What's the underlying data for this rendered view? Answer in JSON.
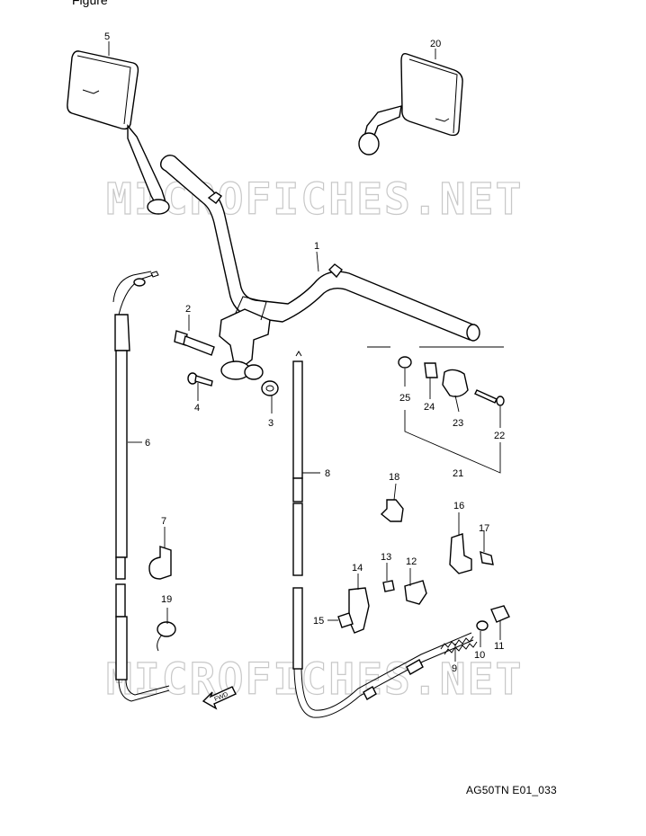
{
  "header_text": "Figure",
  "diagram_code": "AG50TN E01_033",
  "watermark": "MICROFICHES.NET",
  "fwd_label": "FWD",
  "callouts": [
    "1",
    "2",
    "3",
    "4",
    "5",
    "6",
    "7",
    "8",
    "9",
    "10",
    "11",
    "12",
    "13",
    "14",
    "15",
    "16",
    "17",
    "18",
    "19",
    "20",
    "21",
    "22",
    "23",
    "24",
    "25"
  ]
}
